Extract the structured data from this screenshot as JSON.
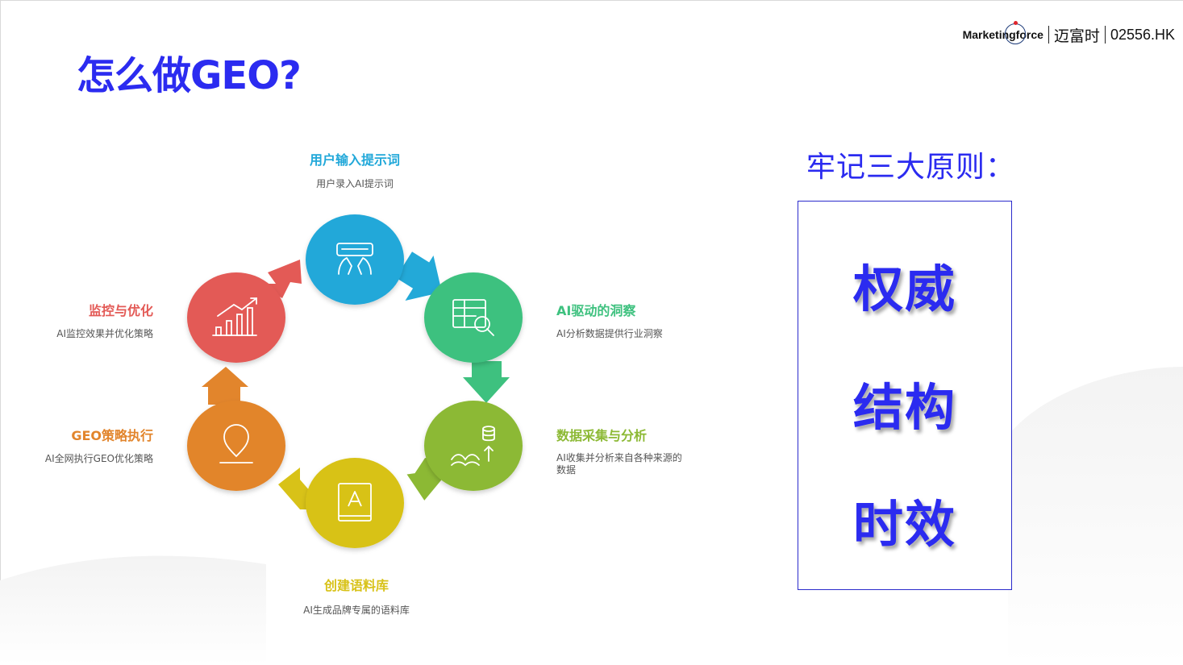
{
  "title": "怎么做GEO?",
  "logo": {
    "brand": "Marketingforce",
    "company_cn": "迈富时",
    "stock_code": "02556.HK"
  },
  "cycle": {
    "steps": [
      {
        "title": "用户输入提示词",
        "desc": "用户录入AI提示词",
        "color": "#21a8d9",
        "icon": "keyboard-hands-icon"
      },
      {
        "title": "AI驱动的洞察",
        "desc": "AI分析数据提供行业洞察",
        "color": "#3ec17f",
        "icon": "table-search-icon"
      },
      {
        "title": "数据采集与分析",
        "desc": "AI收集并分析来自各种来源的数据",
        "color": "#8cb934",
        "icon": "data-collection-icon"
      },
      {
        "title": "创建语料库",
        "desc": "AI生成品牌专属的语料库",
        "color": "#d8c218",
        "icon": "book-icon"
      },
      {
        "title": "GEO策略执行",
        "desc": "AI全网执行GEO优化策略",
        "color": "#e2852c",
        "icon": "location-pin-icon"
      },
      {
        "title": "监控与优化",
        "desc": "AI监控效果并优化策略",
        "color": "#e35a56",
        "icon": "growth-chart-icon"
      }
    ]
  },
  "principles": {
    "title": "牢记三大原则：",
    "items": [
      "权威",
      "结构",
      "时效"
    ]
  }
}
